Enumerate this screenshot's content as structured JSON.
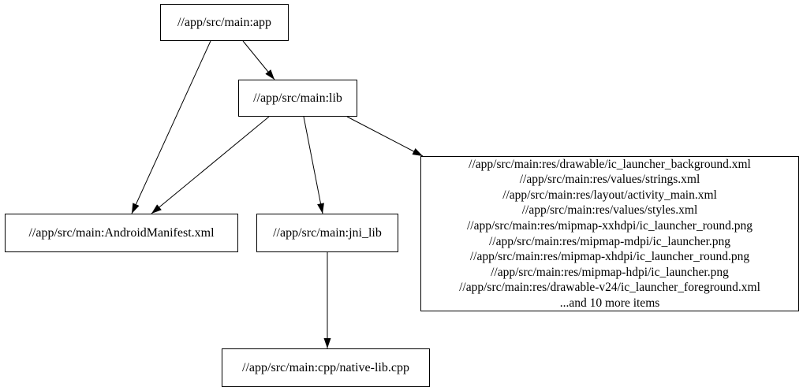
{
  "diagram": {
    "type": "dependency-graph",
    "background_color": "#ffffff",
    "node_fill": "#ffffff",
    "node_border_color": "#000000",
    "edge_color": "#000000",
    "nodes": {
      "app": {
        "label": "//app/src/main:app"
      },
      "lib": {
        "label": "//app/src/main:lib"
      },
      "manifest": {
        "label": "//app/src/main:AndroidManifest.xml"
      },
      "jni_lib": {
        "label": "//app/src/main:jni_lib"
      },
      "cpp": {
        "label": "//app/src/main:cpp/native-lib.cpp"
      },
      "res": {
        "lines": [
          "//app/src/main:res/drawable/ic_launcher_background.xml",
          "//app/src/main:res/values/strings.xml",
          "//app/src/main:res/layout/activity_main.xml",
          "//app/src/main:res/values/styles.xml",
          "//app/src/main:res/mipmap-xxhdpi/ic_launcher_round.png",
          "//app/src/main:res/mipmap-mdpi/ic_launcher.png",
          "//app/src/main:res/mipmap-xhdpi/ic_launcher_round.png",
          "//app/src/main:res/mipmap-hdpi/ic_launcher.png",
          "//app/src/main:res/drawable-v24/ic_launcher_foreground.xml",
          "...and 10 more items"
        ]
      }
    },
    "edges": [
      {
        "from": "app",
        "to": "lib"
      },
      {
        "from": "app",
        "to": "manifest"
      },
      {
        "from": "lib",
        "to": "manifest"
      },
      {
        "from": "lib",
        "to": "jni_lib"
      },
      {
        "from": "lib",
        "to": "res"
      },
      {
        "from": "jni_lib",
        "to": "cpp"
      }
    ]
  }
}
